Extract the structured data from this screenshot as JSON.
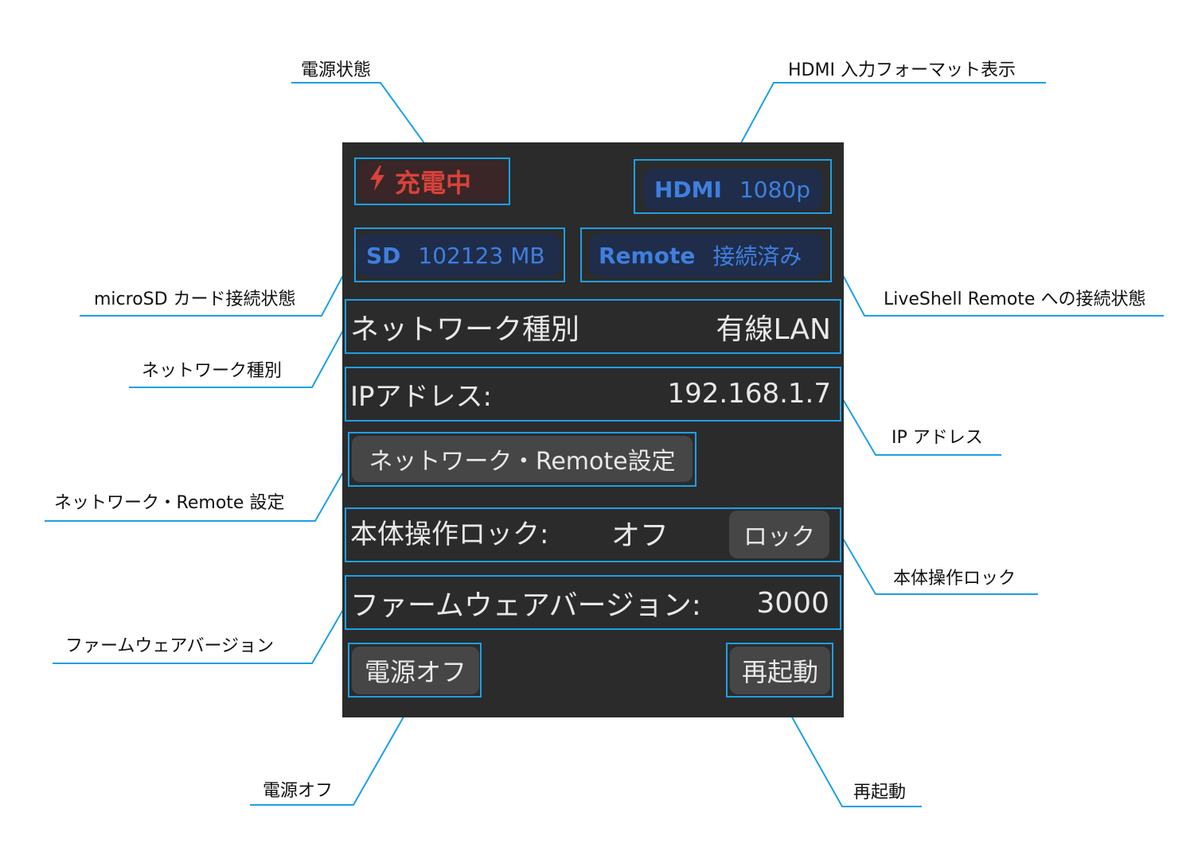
{
  "callouts": {
    "power_state": "電源状態",
    "hdmi_format": "HDMI 入力フォーマット表示",
    "microsd": "microSD カード接続状態",
    "remote": "LiveShell Remote への接続状態",
    "network_type": "ネットワーク種別",
    "ip_address": "IP アドレス",
    "network_settings": "ネットワーク・Remote 設定",
    "device_lock": "本体操作ロック",
    "firmware": "ファームウェアバージョン",
    "power_off": "電源オフ",
    "reboot": "再起動"
  },
  "status": {
    "power": "充電中",
    "hdmi_key": "HDMI",
    "hdmi_value": "1080p",
    "sd_key": "SD",
    "sd_value": "102123 MB",
    "remote_key": "Remote",
    "remote_value": "接続済み"
  },
  "network": {
    "type_label": "ネットワーク種別",
    "type_value": "有線LAN",
    "ip_label": "IPアドレス:",
    "ip_value": "192.168.1.7",
    "settings_button": "ネットワーク・Remote設定"
  },
  "lock": {
    "label": "本体操作ロック:",
    "state": "オフ",
    "button": "ロック"
  },
  "firmware": {
    "label": "ファームウェアバージョン:",
    "version": "3000"
  },
  "actions": {
    "power_off": "電源オフ",
    "reboot": "再起動"
  },
  "colors": {
    "panel_bg": "#2b2b2b",
    "highlight": "#1e9fe6",
    "charging_red": "#d9423c",
    "status_blue": "#3f7fe0"
  },
  "icons": {
    "power_state_icon": "lightning-bolt-icon"
  }
}
